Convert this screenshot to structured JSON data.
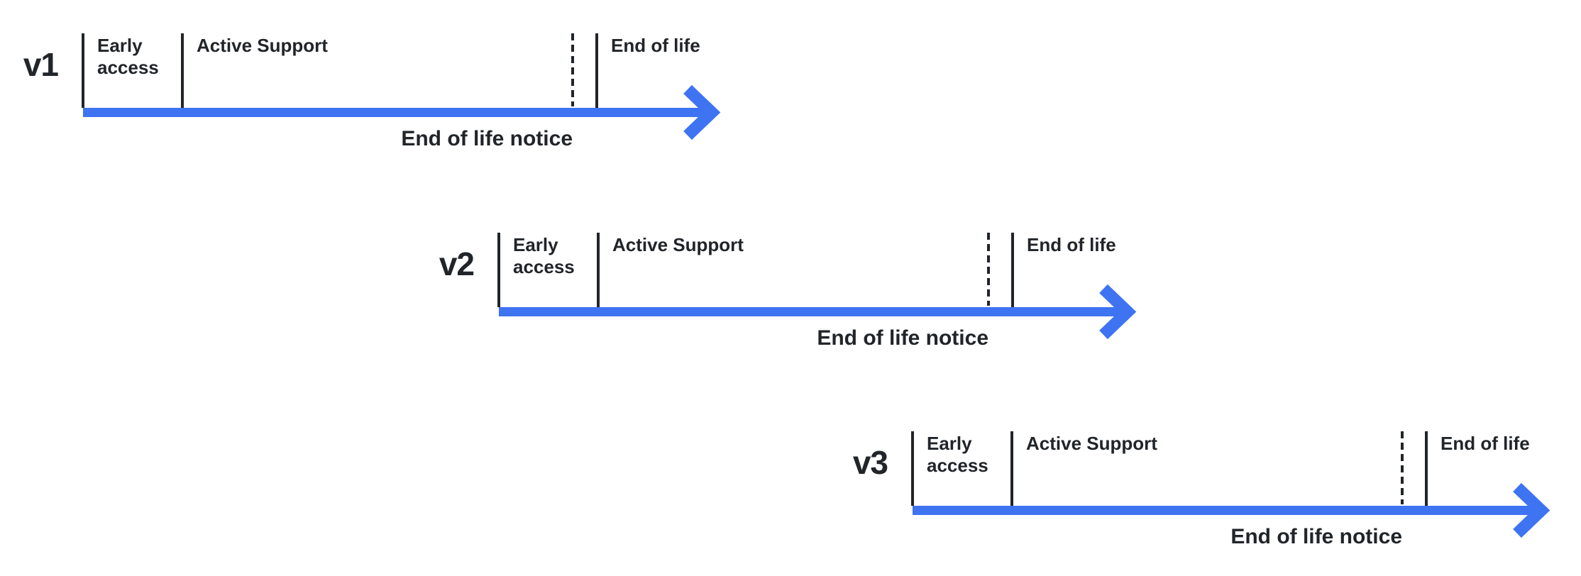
{
  "diagram": {
    "colors": {
      "arrow_blue": "#3E73F2",
      "line_dark": "#212529",
      "text_dark": "#212529",
      "background": "#ffffff"
    },
    "timelines": [
      {
        "version": "v1",
        "early_access": "Early access",
        "active_support": "Active Support",
        "end_of_life": "End of life",
        "end_of_life_notice": "End of life notice"
      },
      {
        "version": "v2",
        "early_access": "Early access",
        "active_support": "Active Support",
        "end_of_life": "End of life",
        "end_of_life_notice": "End of life notice"
      },
      {
        "version": "v3",
        "early_access": "Early access",
        "active_support": "Active Support",
        "end_of_life": "End of life",
        "end_of_life_notice": "End of life notice"
      }
    ]
  }
}
